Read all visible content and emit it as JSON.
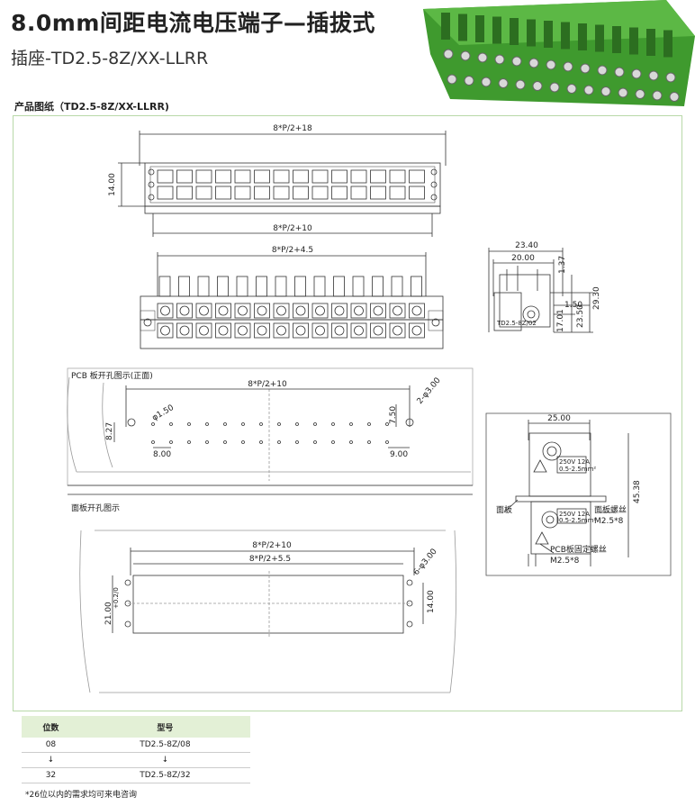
{
  "header": {
    "title": "8.0mm间距电流电压端子—插拔式",
    "subtitle": "插座-TD2.5-8Z/XX-LLRR"
  },
  "section": {
    "label": "产品图纸（TD2.5-8Z/XX-LLRR)"
  },
  "top_view": {
    "dim_top": "8*P/2+18",
    "dim_height": "14.00",
    "dim_bottom": "8*P/2+10"
  },
  "front_view": {
    "dim_top": "8*P/2+4.5"
  },
  "side_view": {
    "d1": "23.40",
    "d2": "20.00",
    "d3": "1.37",
    "d4": "1.50",
    "d5": "29.30",
    "d6": "23.50",
    "d7": "17.01",
    "small_label": "TD2.5-8Z/02"
  },
  "pcb": {
    "title": "PCB  板开孔图示(正面)",
    "dim_width": "8*P/2+10",
    "dim_hole": "2-φ3.00",
    "dim_pin": "φ1.50",
    "dim_left": "8.27",
    "dim_right": "7.50",
    "dim_pitch": "8.00",
    "dim_row": "9.00"
  },
  "panel": {
    "title": "面板开孔图示",
    "dim_outer": "8*P/2+10",
    "dim_inner": "8*P/2+5.5",
    "dim_holes": "6-φ3.00",
    "dim_height_left": "21.00",
    "dim_height_tol": "+0.2/0",
    "dim_height_right": "14.00"
  },
  "assembly": {
    "dim_width": "25.00",
    "dim_height": "45.38",
    "label_rating_top": "250V 12A",
    "label_wire_top": "0.5-2.5mm²",
    "label_rating_bottom": "250V 12A",
    "label_wire_bottom": "0.5-2.5mm²",
    "label_panel": "面板",
    "label_panel_screw": "面板螺丝",
    "label_panel_screw_spec": "M2.5*8",
    "label_pcb_screw": "PCB板固定螺丝",
    "label_pcb_screw_spec": "M2.5*8"
  },
  "table": {
    "headers": [
      "位数",
      "型号"
    ],
    "rows": [
      [
        "08",
        "TD2.5-8Z/08"
      ],
      [
        "↓",
        "↓"
      ],
      [
        "32",
        "TD2.5-8Z/32"
      ]
    ]
  },
  "note": "*26位以内的需求均可来电咨询",
  "colors": {
    "product_green": "#3f9a2e",
    "table_header": "#e3f0d6",
    "frame_border": "#b8d8a8"
  }
}
